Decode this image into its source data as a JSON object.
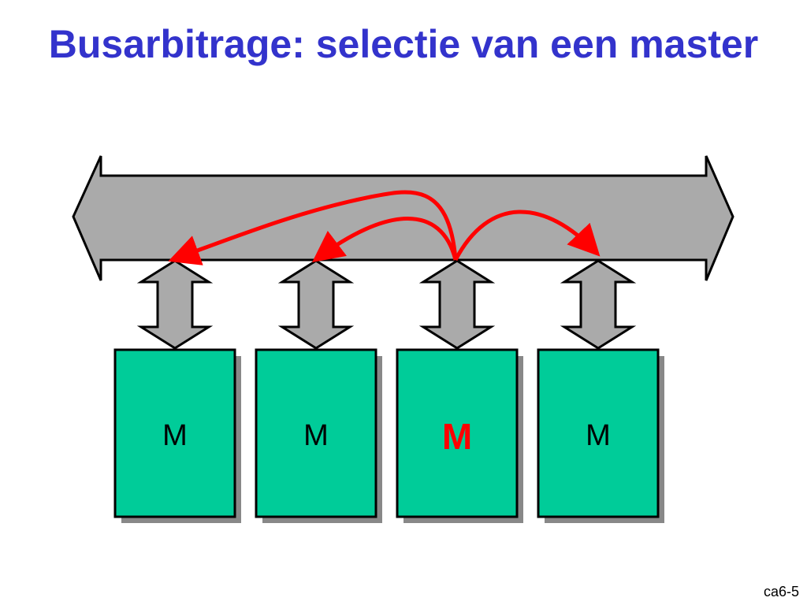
{
  "slide": {
    "title": "Busarbitrage: selectie van een master",
    "page_label": "ca6-5"
  },
  "diagram": {
    "bus": {
      "fill": "#aaaaaa",
      "stroke": "#000000"
    },
    "connector": {
      "fill": "#aaaaaa",
      "stroke": "#000000"
    },
    "arbitration_arrow_color": "#ff0000",
    "masters": [
      {
        "label": "M",
        "highlighted": false
      },
      {
        "label": "M",
        "highlighted": false
      },
      {
        "label": "M",
        "highlighted": true
      },
      {
        "label": "M",
        "highlighted": false
      }
    ],
    "master_fill": "#00cc99",
    "master_shadow": "#888888",
    "label_color": "#000000",
    "highlight_color": "#ff0000"
  }
}
